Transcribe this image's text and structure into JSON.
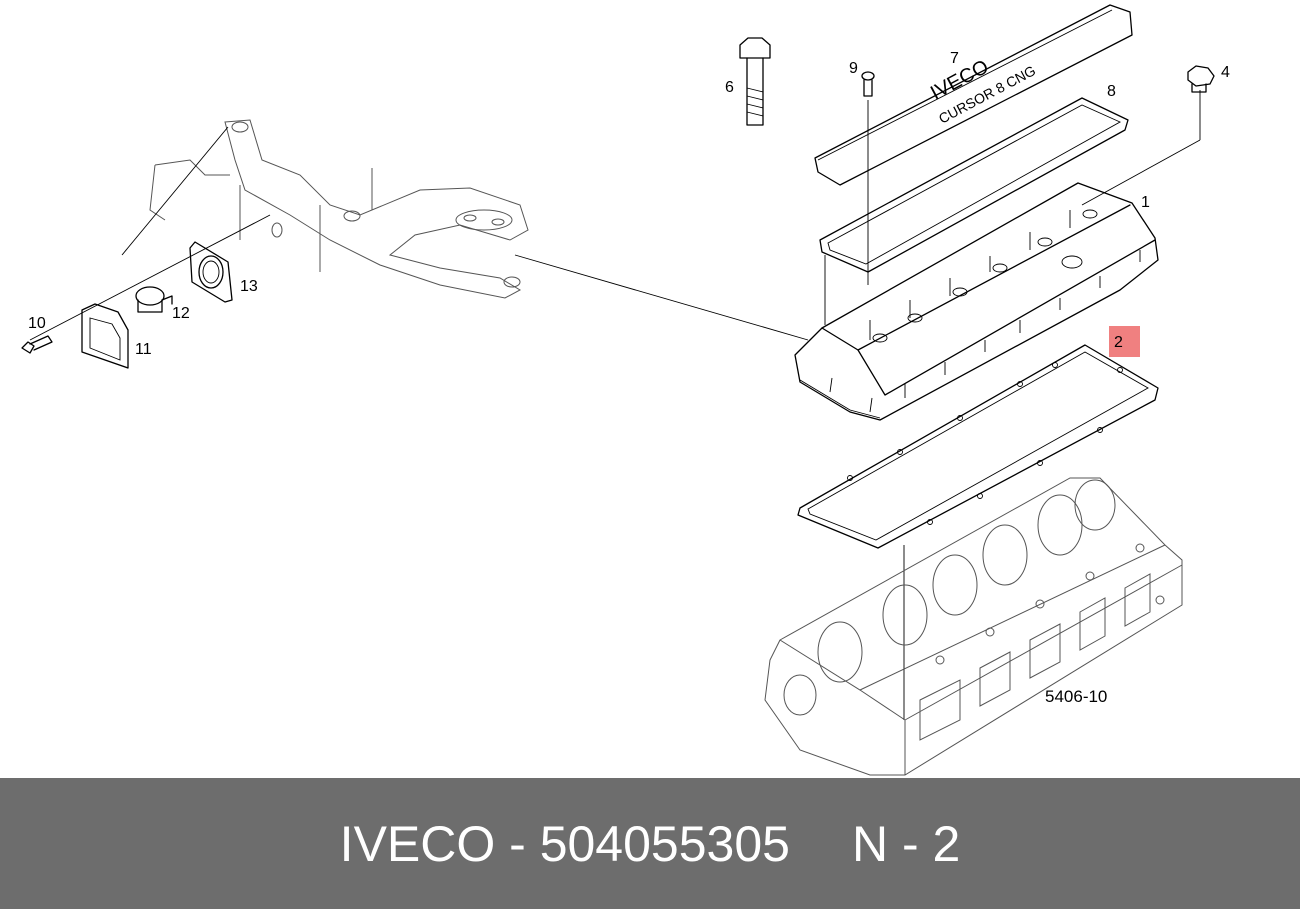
{
  "diagram": {
    "callouts": [
      "1",
      "2",
      "4",
      "6",
      "7",
      "8",
      "9",
      "10",
      "11",
      "12",
      "13"
    ],
    "highlighted_callout": "2",
    "highlight_color": "#f08080",
    "cover_text_line1": "IVECO",
    "cover_text_line2": "CURSOR 8 CNG",
    "drawing_code": "5406-10"
  },
  "footer": {
    "part_label": "IVECO - 504055305",
    "position_label": "N - 2",
    "background_color": "#6d6d6d"
  }
}
